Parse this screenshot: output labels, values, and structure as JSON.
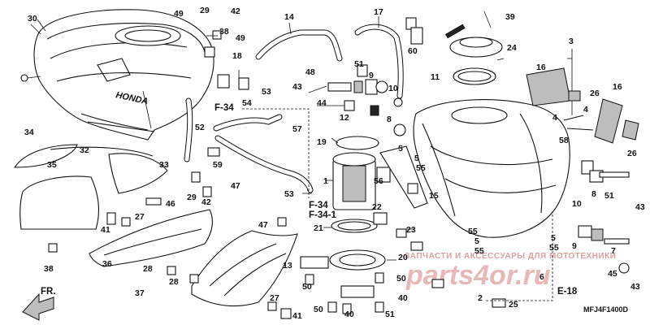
{
  "diagram": {
    "model_code": "MFJ4F1400D",
    "front_label": "FR.",
    "refs": {
      "f34": "F-34",
      "f34_1": "F-34-1",
      "e18": "E-18"
    },
    "watermark_text": "ЗАПЧАСТИ И АКСЕССУАРЫ ДЛЯ МОТОТЕХНИКИ",
    "watermark_logo": "parts4or.ru",
    "tank_cover_logo": "HONDA",
    "part_numbers": {
      "p1": "1",
      "p2": "2",
      "p3": "3",
      "p4a": "4",
      "p4b": "4",
      "p5a": "5",
      "p5b": "5",
      "p5c": "5",
      "p5d": "5",
      "p6": "6",
      "p7": "7",
      "p8a": "8",
      "p8b": "8",
      "p9a": "9",
      "p9b": "9",
      "p10a": "10",
      "p10b": "10",
      "p11": "11",
      "p12": "12",
      "p13": "13",
      "p14": "14",
      "p15": "15",
      "p16a": "16",
      "p16b": "16",
      "p17": "17",
      "p18": "18",
      "p19": "19",
      "p20": "20",
      "p21": "21",
      "p22": "22",
      "p23": "23",
      "p24": "24",
      "p25": "25",
      "p26a": "26",
      "p26b": "26",
      "p27a": "27",
      "p27b": "27",
      "p28": "28",
      "p28b": "28",
      "p29a": "29",
      "p29b": "29",
      "p30": "30",
      "p32": "32",
      "p33": "33",
      "p34": "34",
      "p35": "35",
      "p36": "36",
      "p37": "37",
      "p38a": "38",
      "p38b": "38",
      "p39": "39",
      "p40a": "40",
      "p40b": "40",
      "p41a": "41",
      "p41b": "41",
      "p42a": "42",
      "p42b": "42",
      "p43a": "43",
      "p43b": "43",
      "p44": "44",
      "p45": "45",
      "p46": "46",
      "p47a": "47",
      "p47b": "47",
      "p48": "48",
      "p49a": "49",
      "p49b": "49",
      "p50a": "50",
      "p50b": "50",
      "p50c": "50",
      "p51a": "51",
      "p51b": "51",
      "p52": "52",
      "p53a": "53",
      "p53b": "53",
      "p54": "54",
      "p55a": "55",
      "p55b": "55",
      "p55c": "55",
      "p55d": "55",
      "p56": "56",
      "p57": "57",
      "p58": "58",
      "p59": "59",
      "p60": "60"
    }
  }
}
